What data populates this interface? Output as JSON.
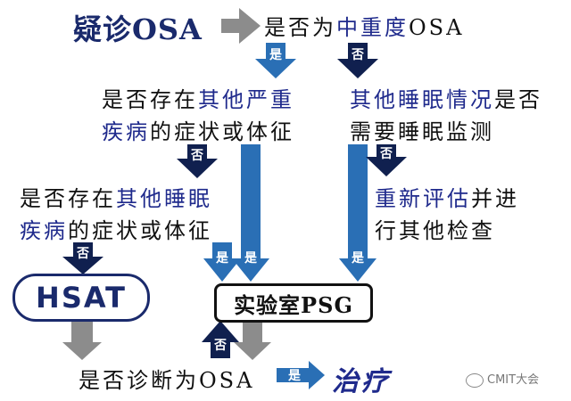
{
  "colors": {
    "dark_blue": "#1a2a6c",
    "blue": "#1f2a8c",
    "arrow_blue": "#2a6fb5",
    "arrow_navy": "#10204f",
    "arrow_gray": "#8c8c8c"
  },
  "title": "疑诊OSA",
  "q1": {
    "prefix": "是否为",
    "highlight": "中重度",
    "suffix": "OSA"
  },
  "q2": {
    "line1_prefix": "是否存在",
    "line1_highlight": "其他严重",
    "line2_highlight": "疾病",
    "line2_suffix": "的症状或体征"
  },
  "q3": {
    "line1_highlight": "其他睡眠情况",
    "line1_suffix": "是否",
    "line2": "需要睡眠监测"
  },
  "q4": {
    "line1_prefix": "是否存在",
    "line1_highlight": "其他睡眠",
    "line2_highlight": "疾病",
    "line2_suffix": "的症状或体征"
  },
  "q5": {
    "line1_highlight": "重新评估",
    "line1_suffix": "并进",
    "line2": "行其他检查"
  },
  "hsat": "HSAT",
  "lab_psg": "实验室PSG",
  "q6": "是否诊断为OSA",
  "treatment": "治疗",
  "labels": {
    "yes": "是",
    "no": "否"
  },
  "watermark": "CMIT大会"
}
